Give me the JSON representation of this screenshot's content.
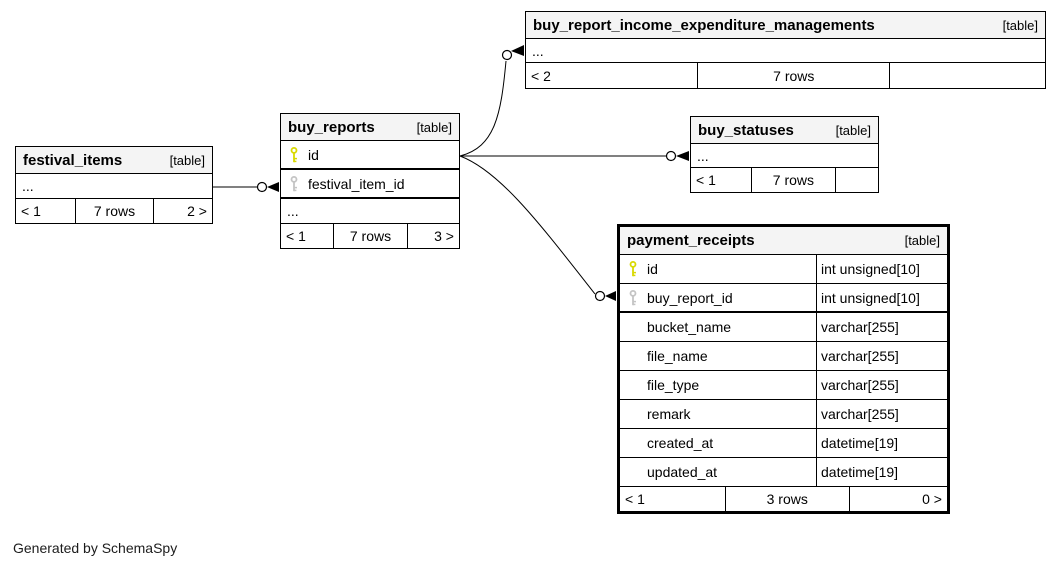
{
  "diagram": {
    "generator_note": "Generated by SchemaSpy",
    "ellipsis": "..."
  },
  "colors": {
    "background": "#ffffff",
    "border": "#000000",
    "header_bg": "#f4f4f4",
    "primary_key": "#d9d900",
    "foreign_key": "#c4c4c4",
    "text": "#000000"
  },
  "tables": [
    {
      "name": "festival_items",
      "tag": "[table]",
      "ellipsis": "...",
      "footer": {
        "left": "< 1",
        "center": "7 rows",
        "right": "2 >"
      }
    },
    {
      "name": "buy_reports",
      "tag": "[table]",
      "columns": [
        {
          "key": "primary",
          "name": "id"
        },
        {
          "key": "foreign",
          "name": "festival_item_id"
        }
      ],
      "ellipsis": "...",
      "footer": {
        "left": "< 1",
        "center": "7 rows",
        "right": "3 >"
      }
    },
    {
      "name": "buy_report_income_expenditure_managements",
      "tag": "[table]",
      "ellipsis": "...",
      "footer": {
        "left": "< 2",
        "center": "7 rows",
        "right": ""
      }
    },
    {
      "name": "buy_statuses",
      "tag": "[table]",
      "ellipsis": "...",
      "footer": {
        "left": "< 1",
        "center": "7 rows",
        "right": ""
      }
    },
    {
      "name": "payment_receipts",
      "tag": "[table]",
      "columns": [
        {
          "key": "primary",
          "name": "id",
          "type": "int unsigned[10]"
        },
        {
          "key": "foreign",
          "name": "buy_report_id",
          "type": "int unsigned[10]"
        },
        {
          "key": "",
          "name": "bucket_name",
          "type": "varchar[255]"
        },
        {
          "key": "",
          "name": "file_name",
          "type": "varchar[255]"
        },
        {
          "key": "",
          "name": "file_type",
          "type": "varchar[255]"
        },
        {
          "key": "",
          "name": "remark",
          "type": "varchar[255]"
        },
        {
          "key": "",
          "name": "created_at",
          "type": "datetime[19]"
        },
        {
          "key": "",
          "name": "updated_at",
          "type": "datetime[19]"
        }
      ],
      "footer": {
        "left": "< 1",
        "center": "3 rows",
        "right": "0 >"
      }
    }
  ],
  "relationships": [
    {
      "from": "festival_items",
      "to": "buy_reports.festival_item_id"
    },
    {
      "from": "buy_reports.id",
      "to": "buy_report_income_expenditure_managements"
    },
    {
      "from": "buy_reports.id",
      "to": "buy_statuses"
    },
    {
      "from": "buy_reports.id",
      "to": "payment_receipts.buy_report_id"
    }
  ]
}
